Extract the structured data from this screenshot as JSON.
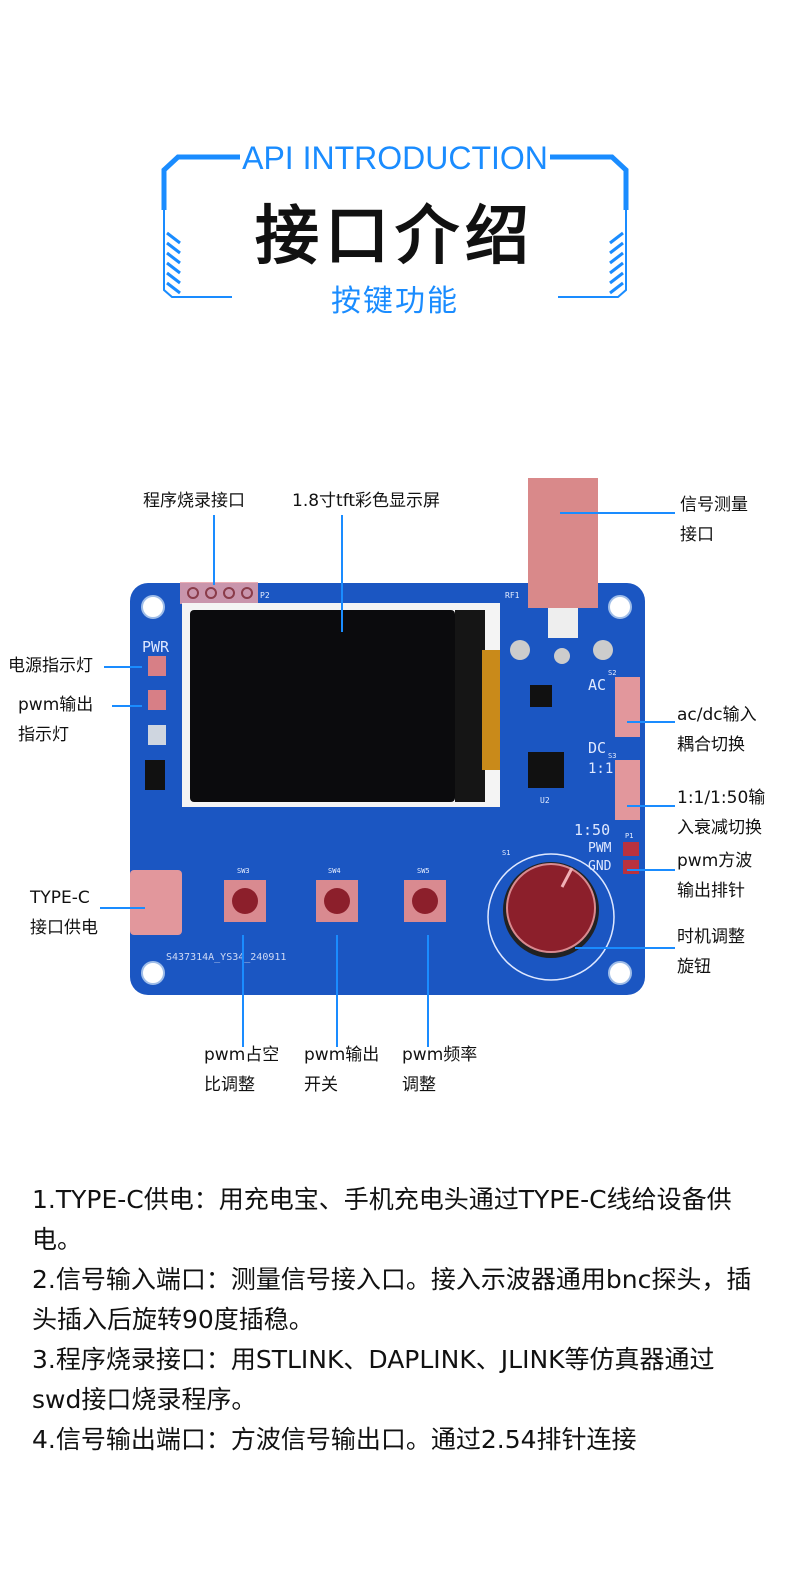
{
  "header": {
    "english_title": "API INTRODUCTION",
    "title": "接口介绍",
    "subtitle": "按键功能",
    "accent_color": "#1a8cff"
  },
  "board": {
    "silkscreen": {
      "pwr": "PWR",
      "ac": "AC",
      "dc": "DC",
      "ratio1": "1:1",
      "ratio50": "1:50",
      "pwm": "PWM",
      "gnd": "GND",
      "sw3": "SW3",
      "sw4": "SW4",
      "sw5": "SW5",
      "p2": "P2",
      "rf1": "RF1",
      "s1": "S1",
      "s2": "S2",
      "s3": "S3",
      "p1": "P1",
      "u2": "U2",
      "part_number": "S437314A_YS34_240911"
    },
    "board_color": "#1b56c2"
  },
  "callouts": {
    "prog_port": "程序烧录接口",
    "display": "1.8寸tft彩色显示屏",
    "signal_in": [
      "信号测量",
      "接口"
    ],
    "power_led": "电源指示灯",
    "pwm_led": [
      "pwm输出",
      "指示灯"
    ],
    "typec": [
      "TYPE-C",
      "接口供电"
    ],
    "acdc": [
      "ac/dc输入",
      "耦合切换"
    ],
    "atten": [
      "1:1/1:50输",
      "入衰减切换"
    ],
    "pwm_header": [
      "pwm方波",
      "输出排针"
    ],
    "knob": [
      "时机调整",
      "旋钮"
    ],
    "sw3": [
      "pwm占空",
      "比调整"
    ],
    "sw4": [
      "pwm输出",
      "开关"
    ],
    "sw5": [
      "pwm频率",
      "调整"
    ]
  },
  "description": [
    "1.TYPE-C供电：用充电宝、手机充电头通过TYPE-C线给设备供电。",
    "2.信号输入端口：测量信号接入口。接入示波器通用bnc探头，插头插入后旋转90度插稳。",
    "3.程序烧录接口：用STLINK、DAPLINK、JLINK等仿真器通过swd接口烧录程序。",
    "4.信号输出端口：方波信号输出口。通过2.54排针连接"
  ]
}
